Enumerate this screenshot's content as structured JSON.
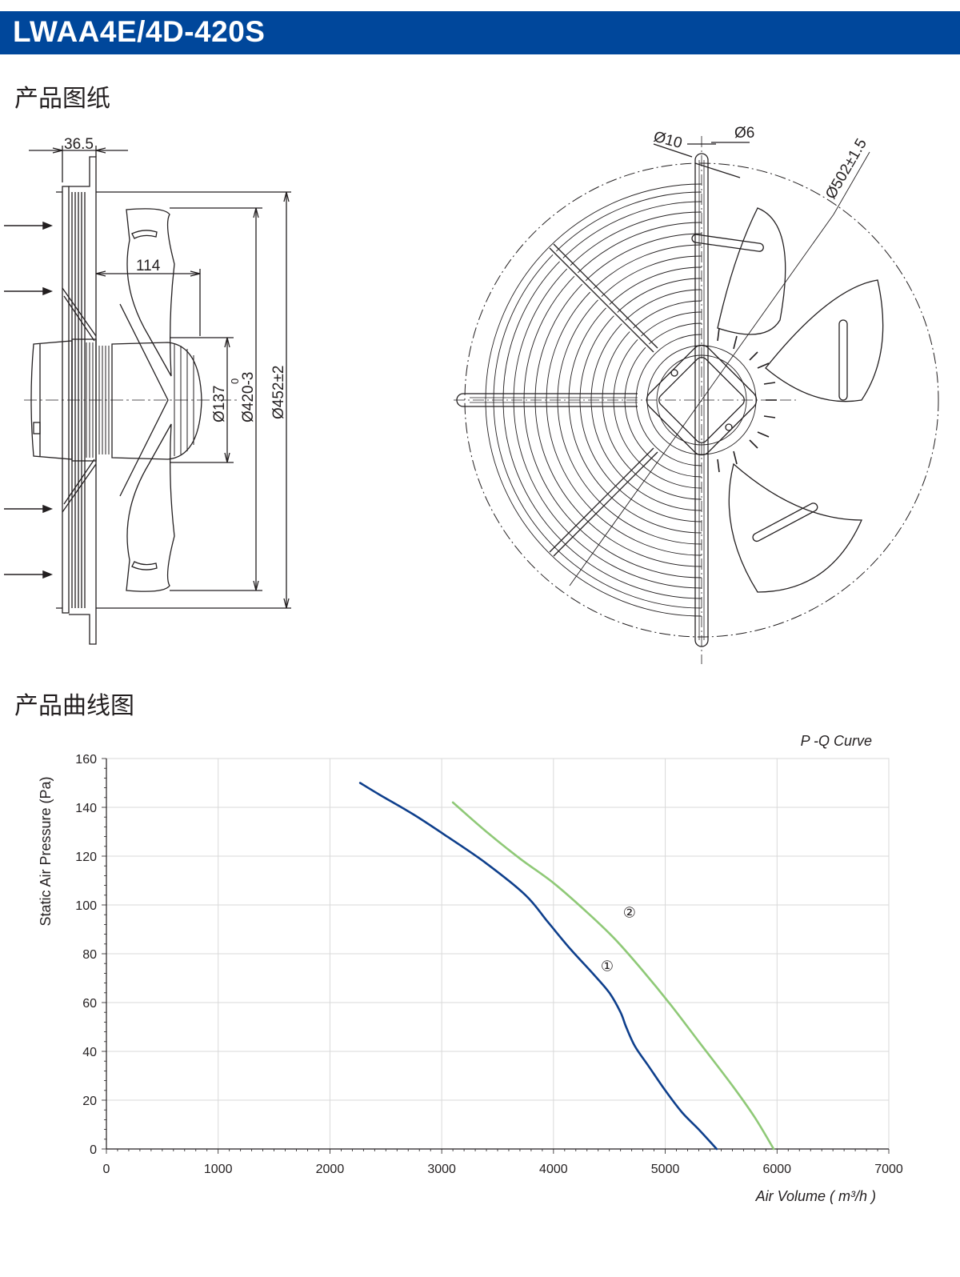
{
  "header": {
    "title": "LWAA4E/4D-420S",
    "bar_color": "#00479b"
  },
  "sections": {
    "drawing_title": "产品图纸",
    "curve_title": "产品曲线图"
  },
  "drawing": {
    "side_view_dims": [
      "36.5",
      "114",
      "Ø137",
      "Ø420-3",
      "0",
      "Ø452±2"
    ],
    "front_view_dims": [
      "Ø10",
      "Ø6",
      "Ø502±1.5"
    ]
  },
  "chart_data": {
    "type": "line",
    "title": "P -Q Curve",
    "xlabel": "Air Volume ( m³/h )",
    "ylabel": "Static Air Pressure  (Pa)",
    "xlim": [
      0,
      7000
    ],
    "ylim": [
      0,
      160
    ],
    "xticks": [
      0,
      1000,
      2000,
      3000,
      4000,
      5000,
      6000,
      7000
    ],
    "yticks": [
      0,
      20,
      40,
      60,
      80,
      100,
      120,
      140,
      160
    ],
    "grid": true,
    "series": [
      {
        "name": "①",
        "color": "#0e3f8c",
        "x": [
          2270,
          2450,
          2750,
          3050,
          3400,
          3750,
          3950,
          4150,
          4350,
          4500,
          4600,
          4650,
          4730,
          4850,
          5000,
          5150,
          5300,
          5460
        ],
        "y": [
          150,
          145,
          137,
          128,
          117,
          104,
          93,
          82,
          72,
          64,
          56,
          50,
          42,
          34,
          24,
          15,
          8,
          0
        ]
      },
      {
        "name": "②",
        "color": "#8fc977",
        "x": [
          3100,
          3400,
          3700,
          4000,
          4300,
          4550,
          4800,
          5050,
          5300,
          5600,
          5800,
          5970
        ],
        "y": [
          142,
          130,
          119,
          109,
          97,
          86,
          73,
          59,
          44,
          26,
          13,
          0
        ]
      }
    ]
  }
}
